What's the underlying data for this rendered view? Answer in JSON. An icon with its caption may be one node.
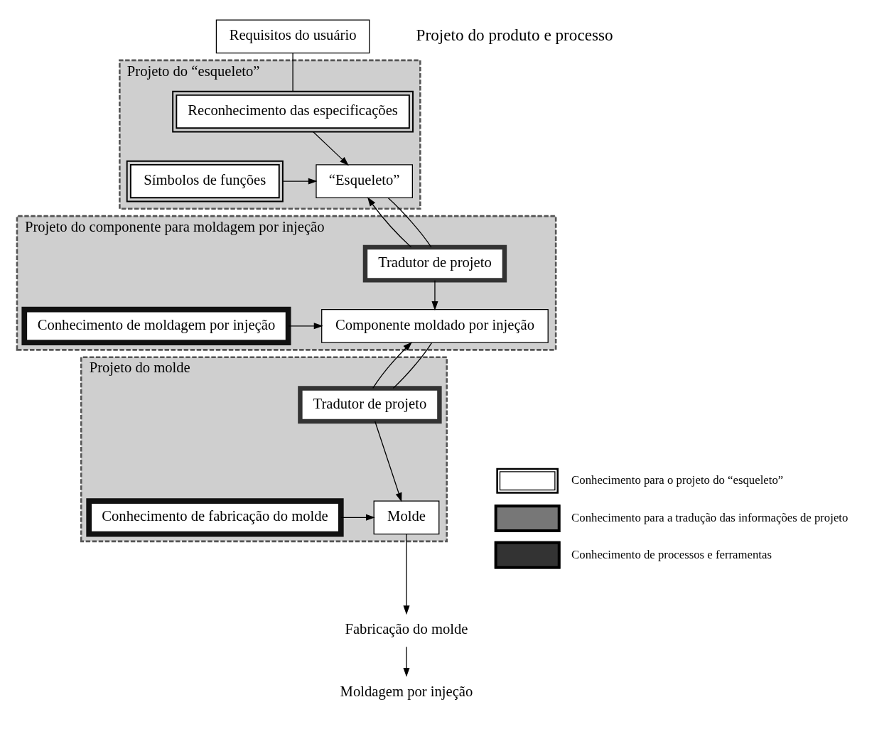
{
  "diagram": {
    "nodes": [
      {
        "text": [
          "Requisitos do usuário"
        ]
      },
      {
        "text": [
          "Projeto do “esqueleto”"
        ]
      },
      {
        "text": [
          "Reconhecimento das especificações"
        ],
        "in": 1
      },
      {
        "text": [
          "“Esqueleto”"
        ],
        "in": 1
      },
      {
        "text": [
          "Símbolos de funções"
        ],
        "in": 1
      },
      {
        "text": [
          "Projeto do componente para moldagem por injeção"
        ]
      },
      {
        "text": [
          "Tradutor de projeto"
        ],
        "in": 5
      },
      {
        "text": [
          "Componente moldado por injeção"
        ],
        "in": 5
      },
      {
        "text": [
          "Conhecimento de moldagem por injeção"
        ],
        "in": 5
      },
      {
        "text": [
          "Projeto do molde"
        ]
      },
      {
        "text": [
          "Tradutor de projeto"
        ],
        "in": 9
      },
      {
        "text": [
          "Molde"
        ],
        "in": 9
      },
      {
        "text": [
          "Conhecimento de fabricação do molde"
        ],
        "in": 9
      },
      {
        "text": [
          "Fabricação do molde"
        ]
      },
      {
        "text": [
          "Moldagem por injeção"
        ]
      }
    ],
    "edges": [
      {
        "from": 0,
        "to": 2,
        "arrow": "none"
      },
      {
        "from": 2,
        "to": 3,
        "arrow": "to"
      },
      {
        "from": 4,
        "to": 3,
        "arrow": "to"
      },
      {
        "from": 6,
        "to": 3,
        "arrow": "to"
      },
      {
        "from": 3,
        "to": 6,
        "arrow": "none"
      },
      {
        "from": 6,
        "to": 7,
        "arrow": "to"
      },
      {
        "from": 8,
        "to": 7,
        "arrow": "to"
      },
      {
        "from": 10,
        "to": 7,
        "arrow": "to"
      },
      {
        "from": 7,
        "to": 10,
        "arrow": "none"
      },
      {
        "from": 10,
        "to": 11,
        "arrow": "to"
      },
      {
        "from": 12,
        "to": 11,
        "arrow": "to"
      },
      {
        "from": 11,
        "to": 13,
        "arrow": "to"
      },
      {
        "from": 13,
        "to": 14,
        "arrow": "to"
      }
    ],
    "labels": [
      "Projeto do produto e processo"
    ],
    "legend": [
      {
        "text": "Conhecimento para o projeto do “esqueleto”"
      },
      {
        "text": "Conhecimento para a tradução das informações de projeto"
      },
      {
        "text": "Conhecimento de processos e ferramentas"
      }
    ]
  }
}
